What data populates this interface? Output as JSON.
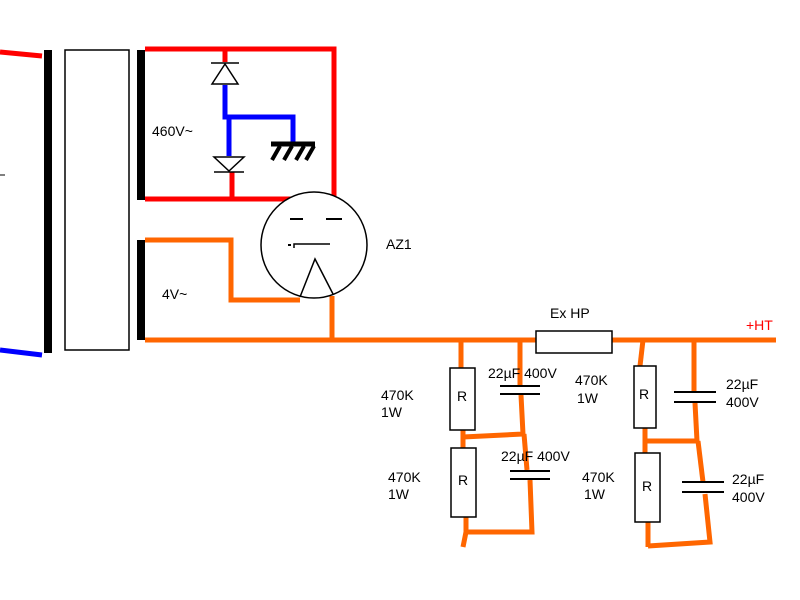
{
  "colors": {
    "high_voltage": "#ff0000",
    "heater": "#ff6600",
    "ground": "#0000ff",
    "core": "#000000",
    "outline": "#000000",
    "background": "#ffffff"
  },
  "labels": {
    "secondary_voltage": "460V~",
    "heater_voltage": "4V~",
    "tube": "AZ1",
    "choke": "Ex HP",
    "ht_output": "+HT",
    "resistor_symbol": "R",
    "left_stage": {
      "r1_value": "470K",
      "r1_power": "1W",
      "c1_value": "22µF 400V",
      "r2_value": "470K",
      "r2_power": "1W",
      "c2_value": "22µF 400V"
    },
    "right_stage": {
      "r1_value": "470K",
      "r1_power": "1W",
      "c1_value": "22µF",
      "c1_voltage": "400V",
      "r2_value": "470K",
      "r2_power": "1W",
      "c2_value": "22µF",
      "c2_voltage": "400V"
    }
  },
  "icons": [
    "diode-icon",
    "ground-icon",
    "resistor-icon",
    "capacitor-icon",
    "transformer-icon",
    "rectifier-tube-icon"
  ]
}
